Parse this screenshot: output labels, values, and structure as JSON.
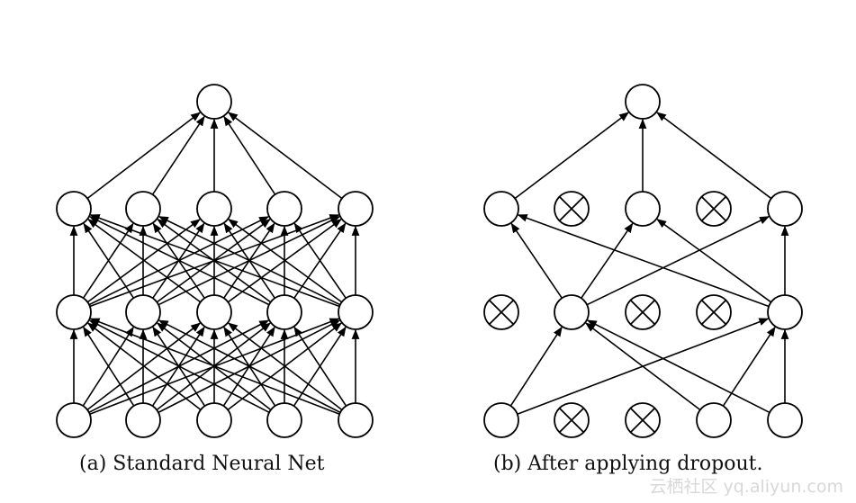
{
  "diagrams": [
    {
      "id": "standard",
      "caption": "(a) Standard Neural Net",
      "layers": [
        {
          "nodes": [
            true,
            true,
            true,
            true,
            true
          ]
        },
        {
          "nodes": [
            true,
            true,
            true,
            true,
            true
          ]
        },
        {
          "nodes": [
            true,
            true,
            true,
            true,
            true
          ]
        },
        {
          "nodes": [
            true
          ]
        }
      ],
      "edges": [
        [
          [
            0,
            0
          ],
          [
            1,
            0
          ]
        ],
        [
          [
            0,
            0
          ],
          [
            1,
            1
          ]
        ],
        [
          [
            0,
            0
          ],
          [
            1,
            2
          ]
        ],
        [
          [
            0,
            0
          ],
          [
            1,
            3
          ]
        ],
        [
          [
            0,
            0
          ],
          [
            1,
            4
          ]
        ],
        [
          [
            0,
            1
          ],
          [
            1,
            0
          ]
        ],
        [
          [
            0,
            1
          ],
          [
            1,
            1
          ]
        ],
        [
          [
            0,
            1
          ],
          [
            1,
            2
          ]
        ],
        [
          [
            0,
            1
          ],
          [
            1,
            3
          ]
        ],
        [
          [
            0,
            1
          ],
          [
            1,
            4
          ]
        ],
        [
          [
            0,
            2
          ],
          [
            1,
            0
          ]
        ],
        [
          [
            0,
            2
          ],
          [
            1,
            1
          ]
        ],
        [
          [
            0,
            2
          ],
          [
            1,
            2
          ]
        ],
        [
          [
            0,
            2
          ],
          [
            1,
            3
          ]
        ],
        [
          [
            0,
            2
          ],
          [
            1,
            4
          ]
        ],
        [
          [
            0,
            3
          ],
          [
            1,
            0
          ]
        ],
        [
          [
            0,
            3
          ],
          [
            1,
            1
          ]
        ],
        [
          [
            0,
            3
          ],
          [
            1,
            2
          ]
        ],
        [
          [
            0,
            3
          ],
          [
            1,
            3
          ]
        ],
        [
          [
            0,
            3
          ],
          [
            1,
            4
          ]
        ],
        [
          [
            0,
            4
          ],
          [
            1,
            0
          ]
        ],
        [
          [
            0,
            4
          ],
          [
            1,
            1
          ]
        ],
        [
          [
            0,
            4
          ],
          [
            1,
            2
          ]
        ],
        [
          [
            0,
            4
          ],
          [
            1,
            3
          ]
        ],
        [
          [
            0,
            4
          ],
          [
            1,
            4
          ]
        ],
        [
          [
            1,
            0
          ],
          [
            2,
            0
          ]
        ],
        [
          [
            1,
            0
          ],
          [
            2,
            1
          ]
        ],
        [
          [
            1,
            0
          ],
          [
            2,
            2
          ]
        ],
        [
          [
            1,
            0
          ],
          [
            2,
            3
          ]
        ],
        [
          [
            1,
            0
          ],
          [
            2,
            4
          ]
        ],
        [
          [
            1,
            1
          ],
          [
            2,
            0
          ]
        ],
        [
          [
            1,
            1
          ],
          [
            2,
            1
          ]
        ],
        [
          [
            1,
            1
          ],
          [
            2,
            2
          ]
        ],
        [
          [
            1,
            1
          ],
          [
            2,
            3
          ]
        ],
        [
          [
            1,
            1
          ],
          [
            2,
            4
          ]
        ],
        [
          [
            1,
            2
          ],
          [
            2,
            0
          ]
        ],
        [
          [
            1,
            2
          ],
          [
            2,
            1
          ]
        ],
        [
          [
            1,
            2
          ],
          [
            2,
            2
          ]
        ],
        [
          [
            1,
            2
          ],
          [
            2,
            3
          ]
        ],
        [
          [
            1,
            2
          ],
          [
            2,
            4
          ]
        ],
        [
          [
            1,
            3
          ],
          [
            2,
            0
          ]
        ],
        [
          [
            1,
            3
          ],
          [
            2,
            1
          ]
        ],
        [
          [
            1,
            3
          ],
          [
            2,
            2
          ]
        ],
        [
          [
            1,
            3
          ],
          [
            2,
            3
          ]
        ],
        [
          [
            1,
            3
          ],
          [
            2,
            4
          ]
        ],
        [
          [
            1,
            4
          ],
          [
            2,
            0
          ]
        ],
        [
          [
            1,
            4
          ],
          [
            2,
            1
          ]
        ],
        [
          [
            1,
            4
          ],
          [
            2,
            2
          ]
        ],
        [
          [
            1,
            4
          ],
          [
            2,
            3
          ]
        ],
        [
          [
            1,
            4
          ],
          [
            2,
            4
          ]
        ],
        [
          [
            2,
            0
          ],
          [
            3,
            0
          ]
        ],
        [
          [
            2,
            1
          ],
          [
            3,
            0
          ]
        ],
        [
          [
            2,
            2
          ],
          [
            3,
            0
          ]
        ],
        [
          [
            2,
            3
          ],
          [
            3,
            0
          ]
        ],
        [
          [
            2,
            4
          ],
          [
            3,
            0
          ]
        ]
      ]
    },
    {
      "id": "dropout",
      "caption": "(b) After applying dropout.",
      "layers": [
        {
          "nodes": [
            true,
            false,
            false,
            true,
            true
          ]
        },
        {
          "nodes": [
            false,
            true,
            false,
            false,
            true
          ]
        },
        {
          "nodes": [
            true,
            false,
            true,
            false,
            true
          ]
        },
        {
          "nodes": [
            true
          ]
        }
      ],
      "edges": [
        [
          [
            0,
            0
          ],
          [
            1,
            1
          ]
        ],
        [
          [
            0,
            0
          ],
          [
            1,
            4
          ]
        ],
        [
          [
            0,
            3
          ],
          [
            1,
            1
          ]
        ],
        [
          [
            0,
            3
          ],
          [
            1,
            4
          ]
        ],
        [
          [
            0,
            4
          ],
          [
            1,
            1
          ]
        ],
        [
          [
            0,
            4
          ],
          [
            1,
            4
          ]
        ],
        [
          [
            1,
            1
          ],
          [
            2,
            0
          ]
        ],
        [
          [
            1,
            1
          ],
          [
            2,
            2
          ]
        ],
        [
          [
            1,
            1
          ],
          [
            2,
            4
          ]
        ],
        [
          [
            1,
            4
          ],
          [
            2,
            0
          ]
        ],
        [
          [
            1,
            4
          ],
          [
            2,
            2
          ]
        ],
        [
          [
            1,
            4
          ],
          [
            2,
            4
          ]
        ],
        [
          [
            2,
            0
          ],
          [
            3,
            0
          ]
        ],
        [
          [
            2,
            2
          ],
          [
            3,
            0
          ]
        ],
        [
          [
            2,
            4
          ],
          [
            3,
            0
          ]
        ]
      ]
    }
  ],
  "watermark": "云栖社区 yq.aliyun.com"
}
